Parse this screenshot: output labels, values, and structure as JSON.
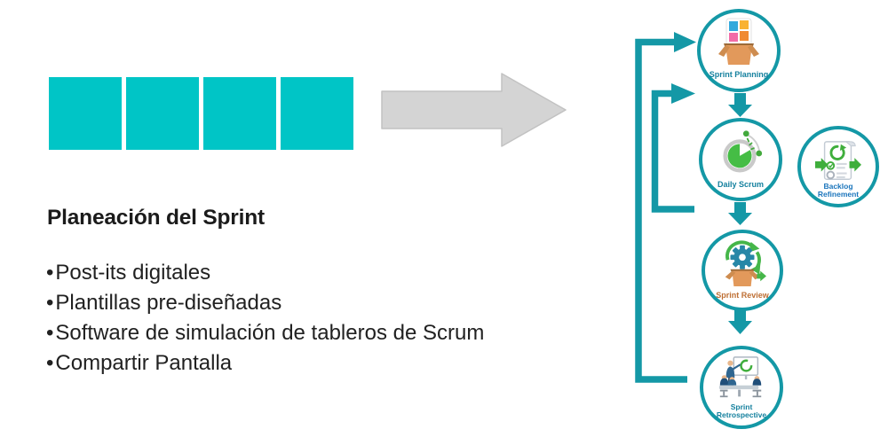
{
  "slide": {
    "background": "#FFFFFF"
  },
  "left_panel": {
    "squares": {
      "count": 4,
      "color": "#00C5C6"
    },
    "title": "Planeación del Sprint",
    "bullet_char": "•",
    "bullets": [
      "Post-its digitales",
      "Plantillas pre-diseñadas",
      "Software de simulación de tableros de Scrum",
      "Compartir Pantalla"
    ]
  },
  "transition_arrow": {
    "direction": "right",
    "color": "#D4D4D4"
  },
  "diagram": {
    "connector_color": "#1498A6",
    "nodes": [
      {
        "id": "sprint-planning",
        "label": "Sprint Planning",
        "label_color": "#14809E",
        "icon": "open-box-with-sticky-notes"
      },
      {
        "id": "daily-scrum",
        "label": "Daily Scrum",
        "label_color": "#14809E",
        "icon": "timer-pie-chart"
      },
      {
        "id": "backlog-refinement",
        "label": "Backlog Refinement",
        "label_color": "#1B75BC",
        "icon": "checklist-document-with-arrows"
      },
      {
        "id": "sprint-review",
        "label": "Sprint Review",
        "label_color": "#BE6F34",
        "icon": "gear-in-box-with-recycle-arrows"
      },
      {
        "id": "sprint-retrospective",
        "label": "Sprint Retrospective",
        "label_color": "#14809E",
        "icon": "team-meeting-whiteboard"
      }
    ]
  }
}
